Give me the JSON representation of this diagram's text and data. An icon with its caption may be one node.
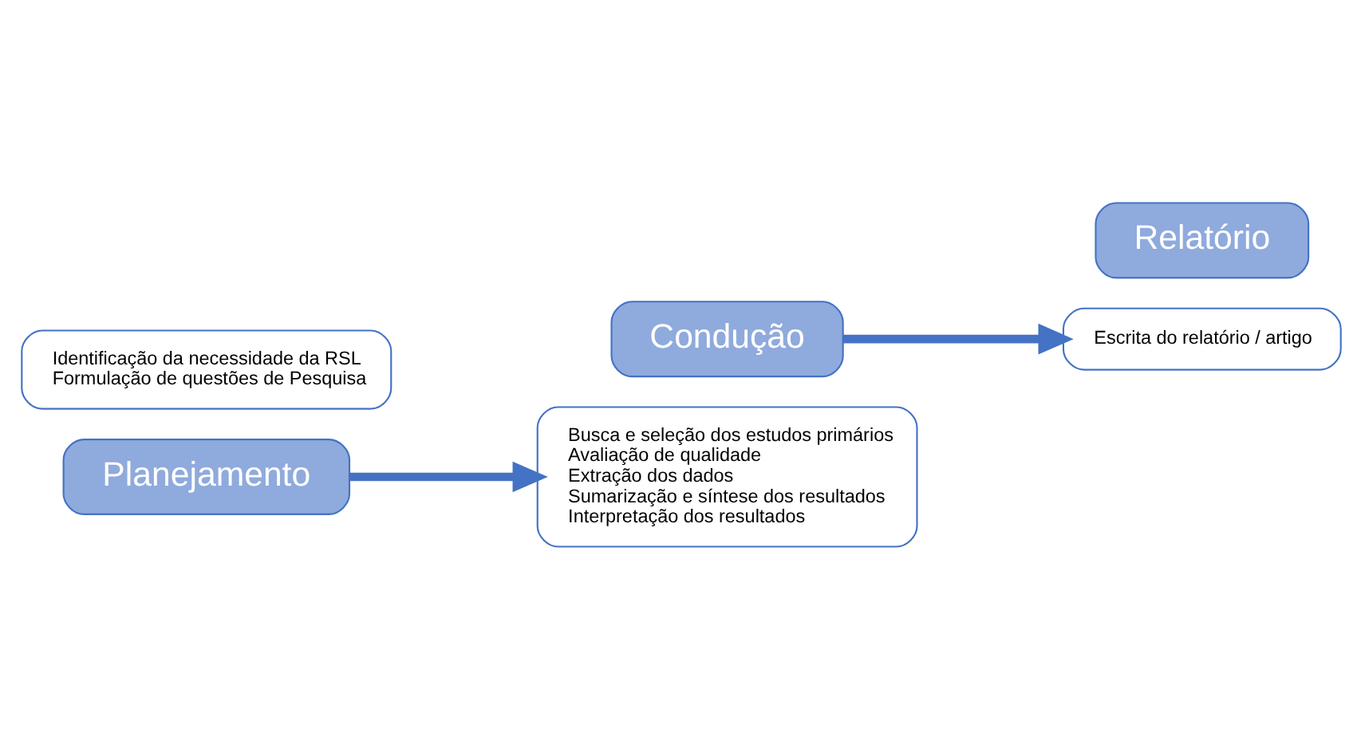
{
  "diagram": {
    "nodes": [
      {
        "text": [
          "Identificação da necessidade da RSL",
          "Formulação de questões de Pesquisa"
        ]
      },
      {
        "text": [
          "Planejamento"
        ]
      },
      {
        "text": [
          "Condução"
        ]
      },
      {
        "text": [
          "Busca e seleção dos estudos primários",
          "Avaliação de qualidade",
          "Extração dos dados",
          "Sumarização e síntese dos resultados",
          "Interpretação dos resultados"
        ]
      },
      {
        "text": [
          "Escrita do relatório / artigo"
        ]
      },
      {
        "text": [
          "Relatório"
        ]
      }
    ],
    "edges": [
      {
        "from": 1,
        "to": 3,
        "arrow": "to"
      },
      {
        "from": 2,
        "to": 4,
        "arrow": "to"
      }
    ]
  }
}
